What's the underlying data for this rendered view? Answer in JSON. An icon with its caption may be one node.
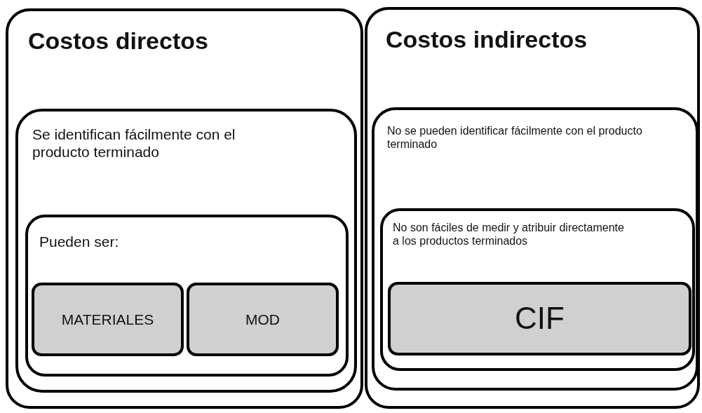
{
  "diagram": {
    "nodes": [
      {
        "text": [
          "Costos directos"
        ]
      },
      {
        "text": [
          "Se identifican fácilmente con el producto terminado"
        ],
        "in": 0
      },
      {
        "text": [
          "Pueden ser:"
        ],
        "in": 1
      },
      {
        "text": [
          "MATERIALES"
        ],
        "in": 2
      },
      {
        "text": [
          "MOD"
        ],
        "in": 2
      },
      {
        "text": [
          "Costos indirectos"
        ]
      },
      {
        "text": [
          "No se pueden identificar fácilmente con el producto terminado"
        ],
        "in": 5
      },
      {
        "text": [
          "No son fáciles de medir y atribuir directamente a los productos terminados"
        ],
        "in": 6
      },
      {
        "text": [
          "CIF"
        ],
        "in": 7
      }
    ]
  }
}
